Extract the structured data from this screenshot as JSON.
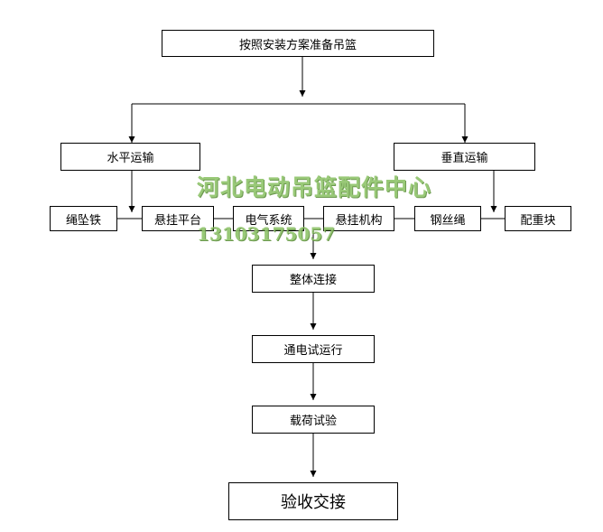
{
  "flowchart": {
    "start": "按照安装方案准备吊篮",
    "branch_left": "水平运输",
    "branch_right": "垂直运输",
    "components": [
      "绳坠铁",
      "悬挂平台",
      "电气系统",
      "悬挂机构",
      "钢丝绳",
      "配重块"
    ],
    "steps": [
      "整体连接",
      "通电试运行",
      "载荷试验"
    ],
    "final": "验收交接"
  },
  "watermark": {
    "title": "河北电动吊篮配件中心",
    "phone": "13103175057"
  }
}
